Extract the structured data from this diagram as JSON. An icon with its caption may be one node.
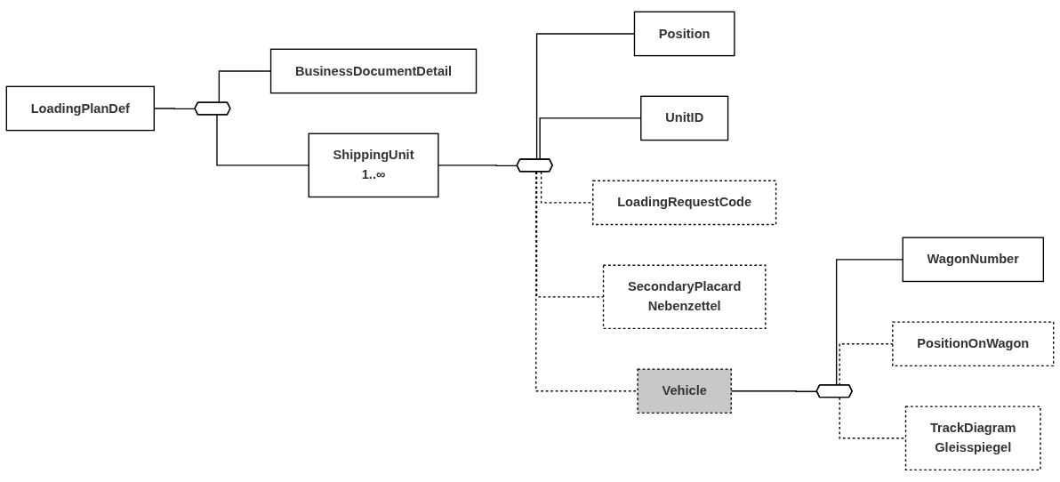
{
  "diagram": {
    "nodes": [
      {
        "text": [
          "LoadingPlanDef"
        ]
      },
      {
        "text": [],
        "shape": "octagon"
      },
      {
        "text": [
          "BusinessDocumentDetail"
        ]
      },
      {
        "text": [
          "ShippingUnit",
          "1..∞"
        ]
      },
      {
        "text": [],
        "shape": "octagon"
      },
      {
        "text": [
          "Position"
        ]
      },
      {
        "text": [
          "UnitID"
        ]
      },
      {
        "text": [
          "LoadingRequestCode"
        ]
      },
      {
        "text": [
          "SecondaryPlacard",
          "Nebenzettel"
        ]
      },
      {
        "text": [
          "Vehicle"
        ]
      },
      {
        "text": [],
        "shape": "octagon"
      },
      {
        "text": [
          "WagonNumber"
        ]
      },
      {
        "text": [
          "PositionOnWagon"
        ]
      },
      {
        "text": [
          "TrackDiagram",
          "Gleisspiegel"
        ]
      }
    ],
    "edges": [
      {
        "from": 0,
        "to": 1,
        "arrow": "none"
      },
      {
        "from": 1,
        "to": 2,
        "arrow": "none"
      },
      {
        "from": 1,
        "to": 3,
        "arrow": "none"
      },
      {
        "from": 3,
        "to": 4,
        "arrow": "none"
      },
      {
        "from": 4,
        "to": 5,
        "arrow": "none"
      },
      {
        "from": 4,
        "to": 6,
        "arrow": "none"
      },
      {
        "from": 4,
        "to": 7,
        "arrow": "none",
        "style": "dashed"
      },
      {
        "from": 4,
        "to": 8,
        "arrow": "none",
        "style": "dashed"
      },
      {
        "from": 4,
        "to": 9,
        "arrow": "none",
        "style": "dashed"
      },
      {
        "from": 9,
        "to": 10,
        "arrow": "none"
      },
      {
        "from": 10,
        "to": 11,
        "arrow": "none"
      },
      {
        "from": 10,
        "to": 12,
        "arrow": "none",
        "style": "dashed"
      },
      {
        "from": 10,
        "to": 13,
        "arrow": "none",
        "style": "dashed"
      }
    ]
  }
}
